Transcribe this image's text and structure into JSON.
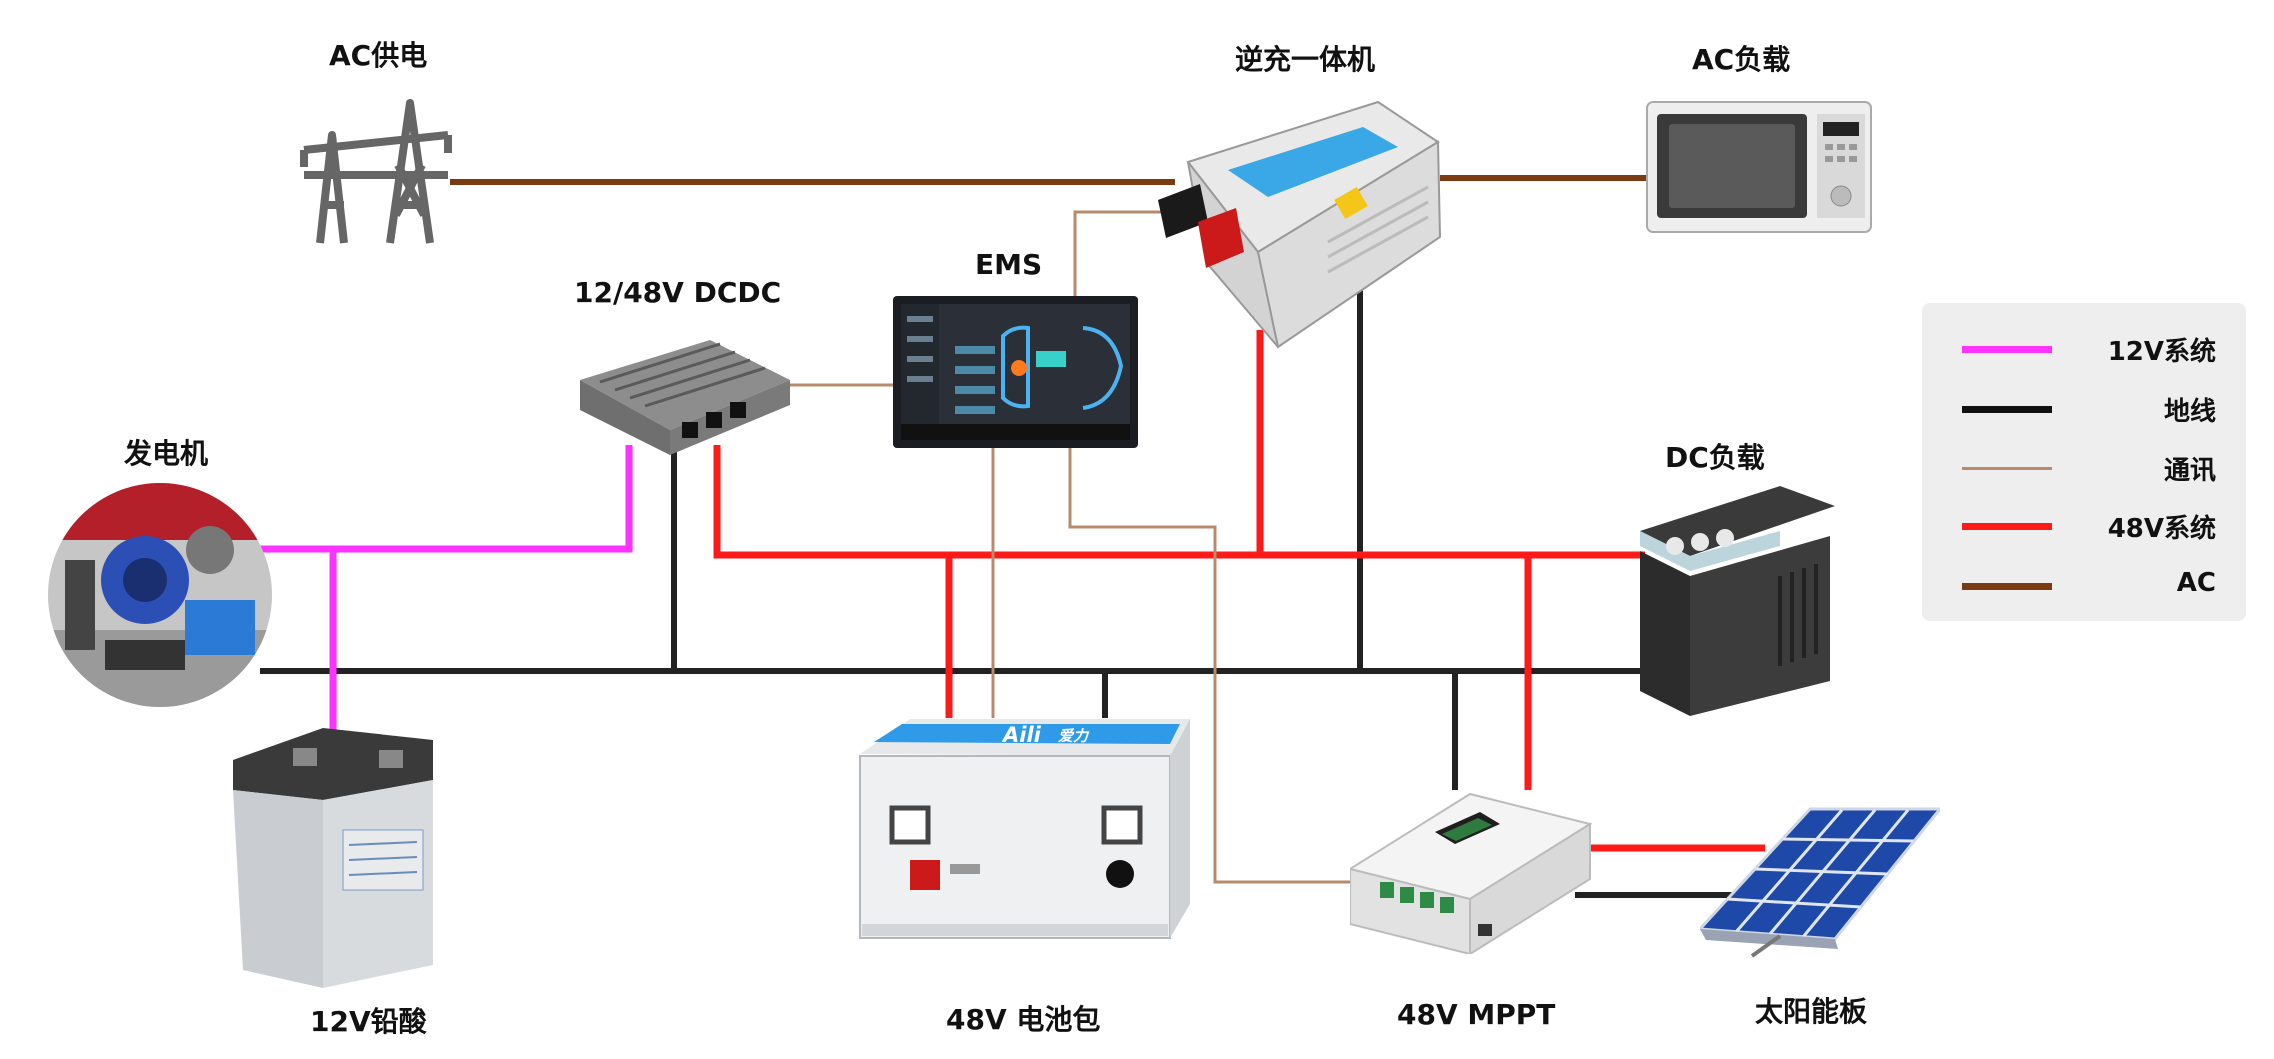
{
  "colors": {
    "v12": "#ff33ff",
    "ground": "#222222",
    "comm": "#b88a6c",
    "v48": "#ff1a1a",
    "ac": "#7a3a12",
    "legend_bg": "#eeeeee"
  },
  "labels": {
    "ac_supply": "AC供电",
    "inverter": "逆充一体机",
    "ac_load": "AC负载",
    "dcdc": "12/48V DCDC",
    "ems": "EMS",
    "generator": "发电机",
    "dc_load": "DC负载",
    "lead_acid": "12V铅酸",
    "battery_pack": "48V 电池包",
    "mppt": "48V MPPT",
    "solar_panel": "太阳能板"
  },
  "battery_brand": {
    "logo": "Aili",
    "cn": "爱力"
  },
  "legend": {
    "items": [
      {
        "label": "12V系统",
        "color": "#ff33ff"
      },
      {
        "label": "地线",
        "color": "#111111"
      },
      {
        "label": "通讯",
        "color": "#b88a6c"
      },
      {
        "label": "48V系统",
        "color": "#ff1a1a"
      },
      {
        "label": "AC",
        "color": "#7a3a12"
      }
    ]
  },
  "icons": {
    "pylon": "power-pylon-icon",
    "inverter": "inverter-charger-icon",
    "microwave": "microwave-icon",
    "dcdc": "dcdc-converter-icon",
    "ems": "ems-screen-icon",
    "generator": "generator-engine-icon",
    "fridge": "portable-fridge-icon",
    "lead_acid": "lead-acid-battery-icon",
    "battery_pack": "lithium-battery-pack-icon",
    "mppt": "mppt-controller-icon",
    "solar": "solar-panel-icon"
  }
}
